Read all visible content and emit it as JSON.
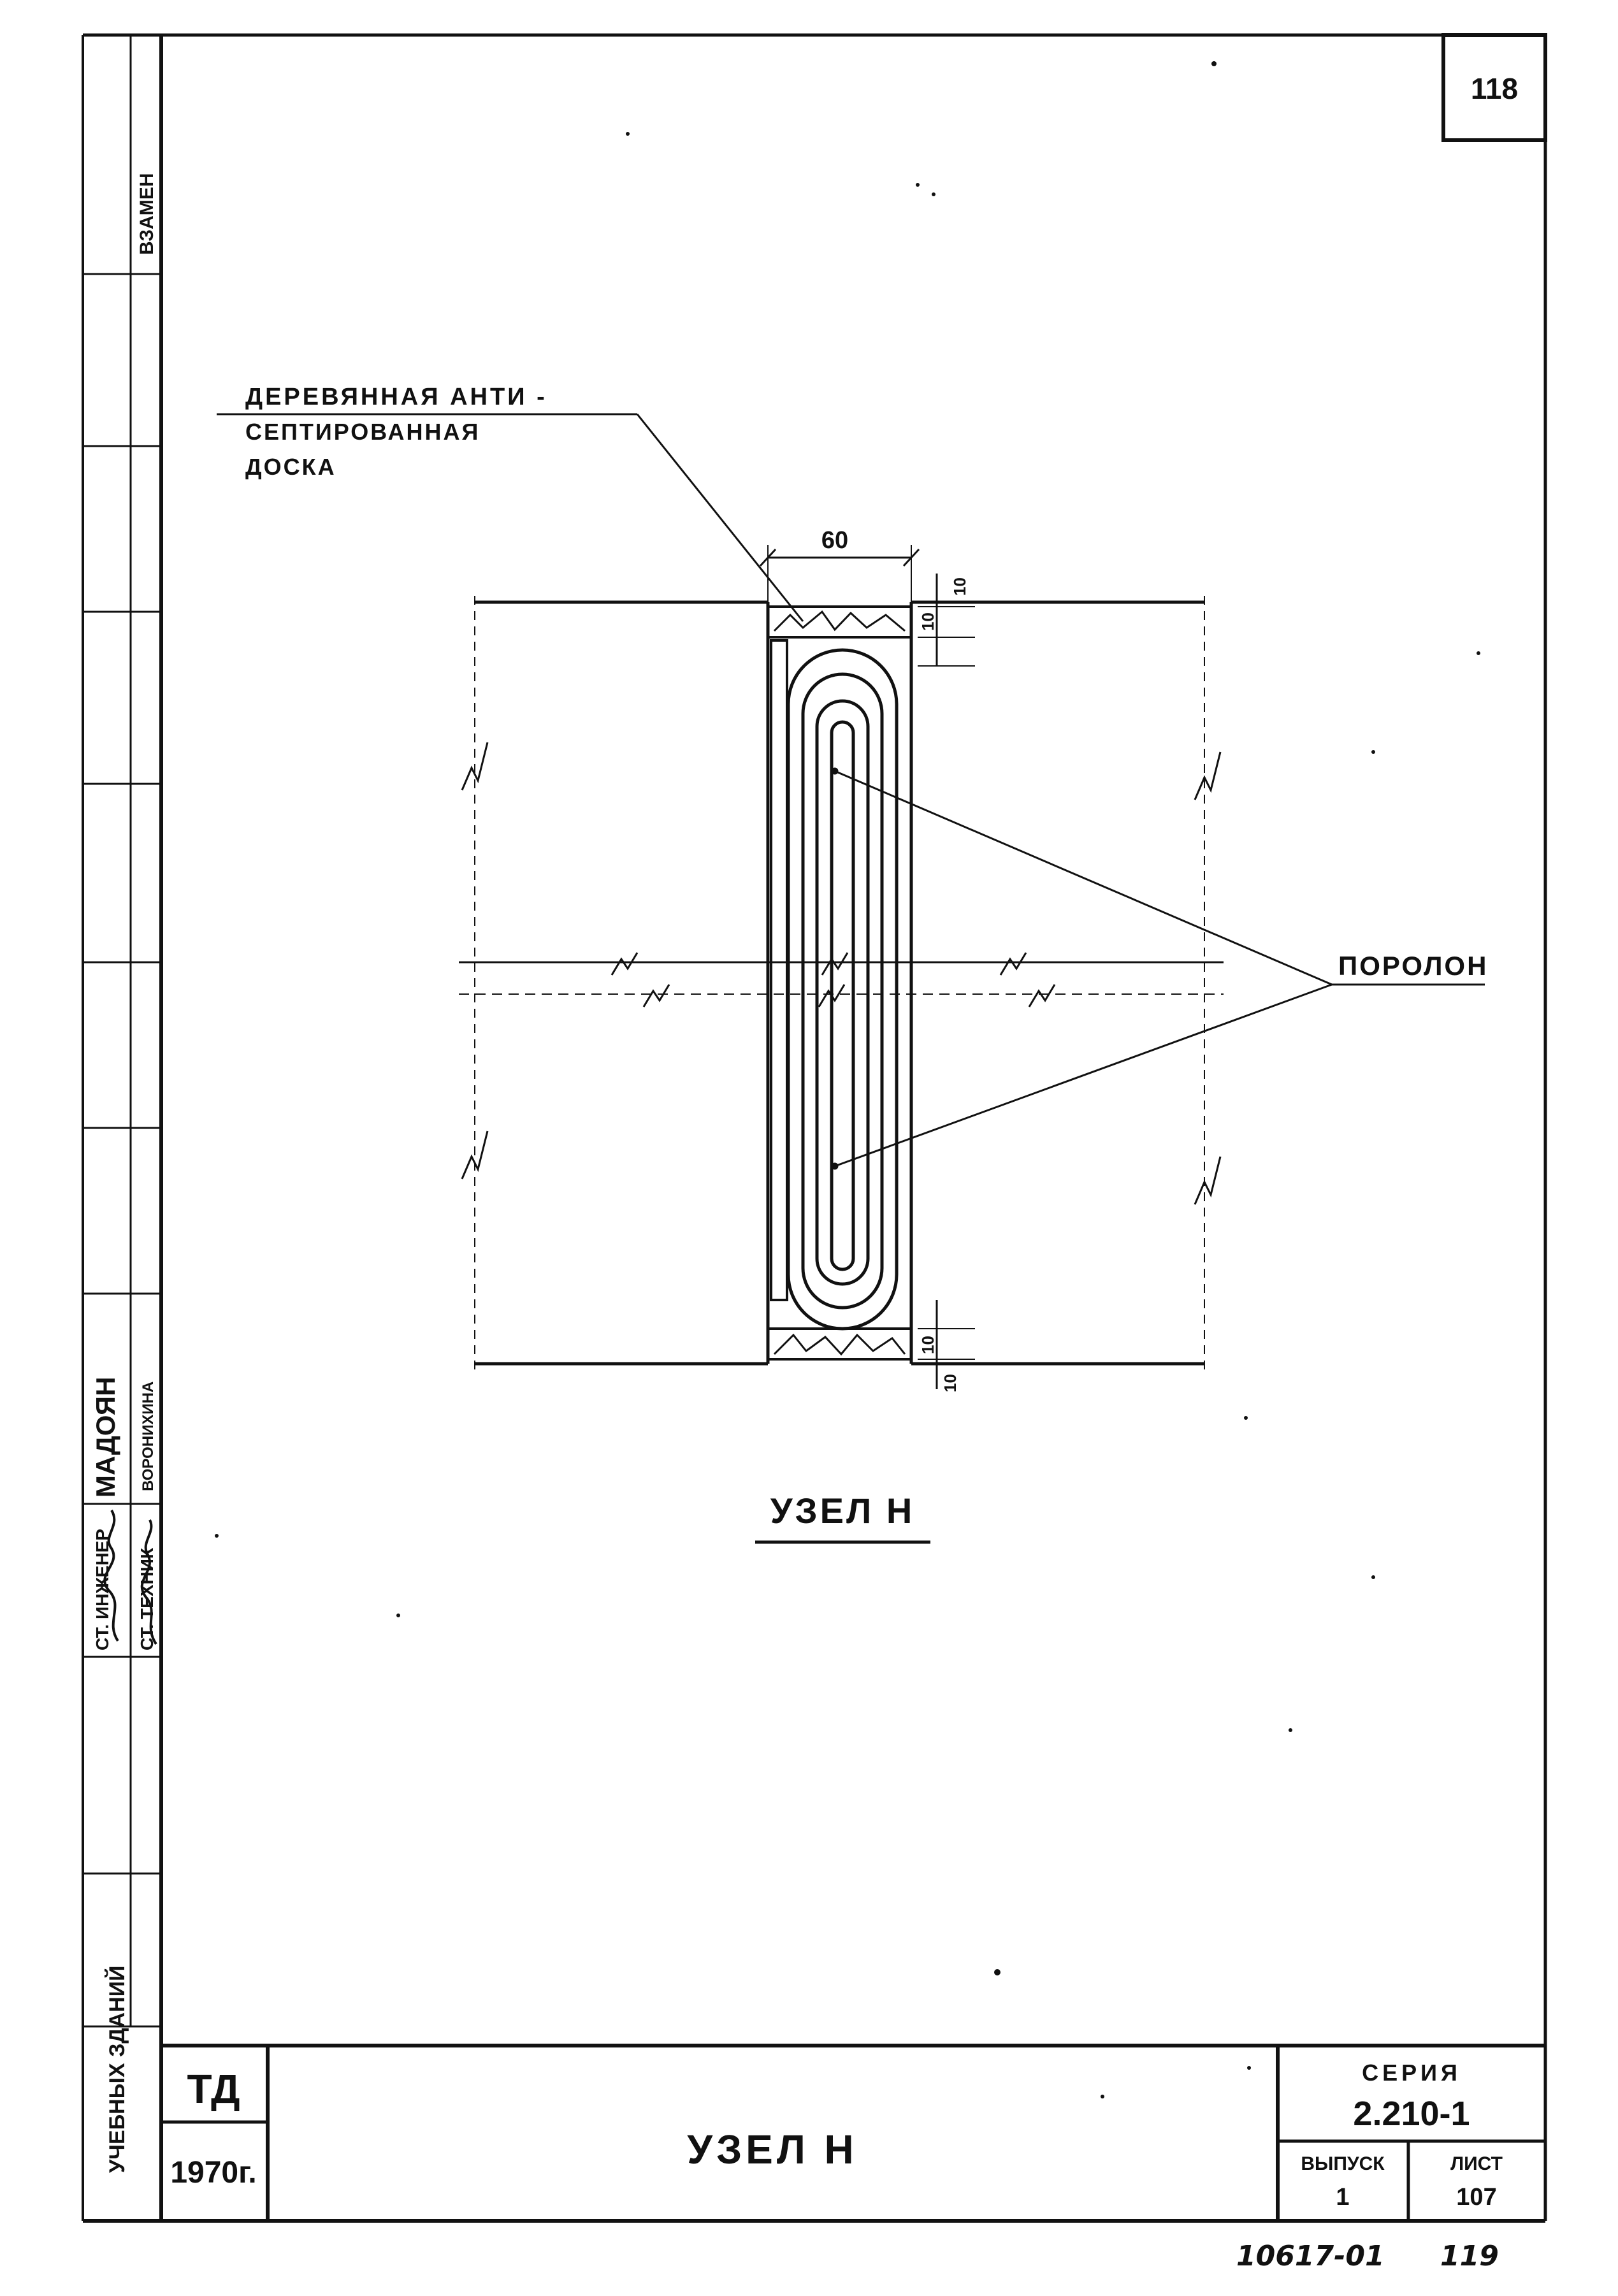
{
  "sheet_number": "118",
  "side_stamp": {
    "top_fragment": "ВЗАМЕН",
    "engineer_role": "СТ. ИНЖЕНЕР",
    "technician_role": "СТ. ТЕХНИК",
    "engineer_name": "МАДОЯН",
    "technician_name": "ВОРОНИХИНА",
    "org_fragment": "УЧЕБНЫХ ЗДАНИЙ"
  },
  "drawing": {
    "callout_board": [
      "ДЕРЕВЯННАЯ АНТИ -",
      "СЕПТИРОВАННАЯ",
      "ДОСКА"
    ],
    "callout_foam": "ПОРОЛОН",
    "dim_width": "60",
    "dim_top_a": "10",
    "dim_top_b": "10",
    "dim_bot_a": "10",
    "dim_bot_b": "10",
    "caption": "УЗЕЛ Н"
  },
  "title_block": {
    "org_code": "ТД",
    "year": "1970г.",
    "title": "УЗЕЛ Н",
    "series_label": "СЕРИЯ",
    "series_value": "2.210-1",
    "issue_label": "ВЫПУСК",
    "issue_value": "1",
    "sheet_label": "ЛИСТ",
    "sheet_value": "107"
  },
  "footer_note": "10617-01",
  "footer_page": "119"
}
